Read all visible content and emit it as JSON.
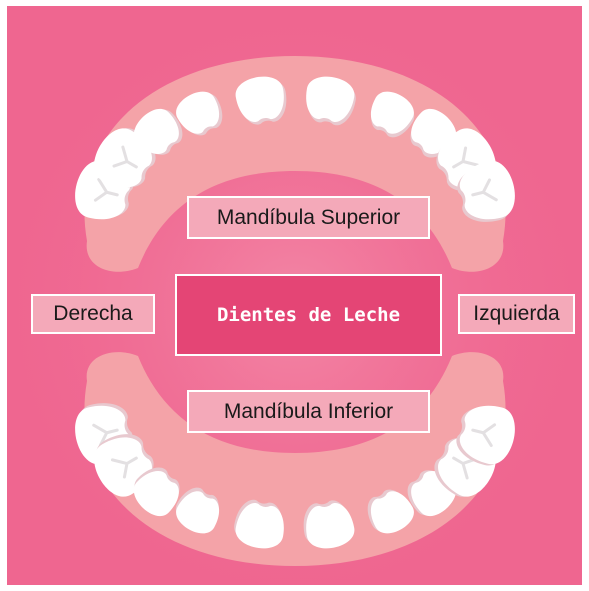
{
  "diagram": {
    "title": "Dientes de Leche",
    "labels": {
      "upper_jaw": "Mandíbula Superior",
      "lower_jaw": "Mandíbula Inferior",
      "right_side": "Derecha",
      "left_side": "Izquierda"
    },
    "colors": {
      "background": "#ef6690",
      "gum": "#f4a3a8",
      "tooth": "#ffffff",
      "label_fill": "#f4a9b9",
      "title_fill": "#e44575"
    },
    "upper_teeth": [
      {
        "name": "molar"
      },
      {
        "name": "molar"
      },
      {
        "name": "canine"
      },
      {
        "name": "lateral-incisor"
      },
      {
        "name": "central-incisor"
      },
      {
        "name": "central-incisor"
      },
      {
        "name": "lateral-incisor"
      },
      {
        "name": "canine"
      },
      {
        "name": "molar"
      },
      {
        "name": "molar"
      }
    ],
    "lower_teeth": [
      {
        "name": "molar"
      },
      {
        "name": "molar"
      },
      {
        "name": "canine"
      },
      {
        "name": "lateral-incisor"
      },
      {
        "name": "central-incisor"
      },
      {
        "name": "central-incisor"
      },
      {
        "name": "lateral-incisor"
      },
      {
        "name": "canine"
      },
      {
        "name": "molar"
      },
      {
        "name": "molar"
      }
    ]
  }
}
